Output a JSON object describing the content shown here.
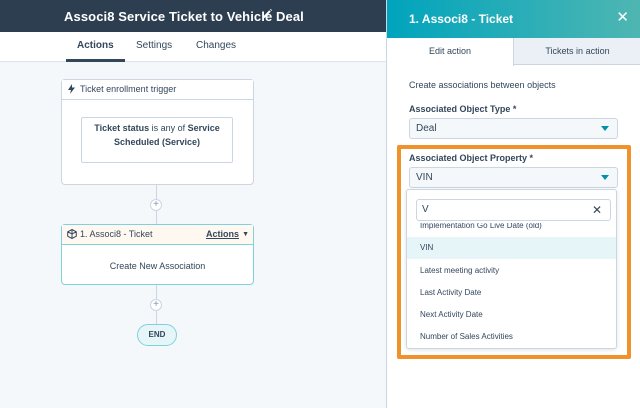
{
  "header": {
    "title": "Associ8 Service Ticket to Vehicle Deal",
    "edit_icon": "pencil-icon"
  },
  "tabs": [
    {
      "label": "Actions",
      "active": true
    },
    {
      "label": "Settings",
      "active": false
    },
    {
      "label": "Changes",
      "active": false
    }
  ],
  "trigger": {
    "title": "Ticket enrollment trigger",
    "icon": "lightning-icon",
    "criteria_bold_1": "Ticket status",
    "criteria_text": " is any of ",
    "criteria_bold_2": "Service Scheduled (Service)"
  },
  "action_card": {
    "title": "1. Associ8 - Ticket",
    "icon": "cube-icon",
    "actions_label": "Actions",
    "body": "Create New Association"
  },
  "end_label": "END",
  "panel": {
    "title": "1. Associ8 - Ticket",
    "tabs": [
      {
        "label": "Edit action",
        "active": true
      },
      {
        "label": "Tickets in action",
        "active": false
      }
    ],
    "description": "Create associations between objects",
    "object_type_label": "Associated Object Type *",
    "object_type_value": "Deal",
    "object_property_label": "Associated Object Property *",
    "object_property_value": "VIN",
    "search_value": "V",
    "options": [
      {
        "label": "Implementation Go Live Date (old)",
        "selected": false
      },
      {
        "label": "VIN",
        "selected": true
      },
      {
        "label": "Latest meeting activity",
        "selected": false
      },
      {
        "label": "Last Activity Date",
        "selected": false
      },
      {
        "label": "Next Activity Date",
        "selected": false
      },
      {
        "label": "Number of Sales Activities",
        "selected": false
      }
    ]
  },
  "colors": {
    "header_bg": "#2d3e50",
    "panel_header": "#00a4bd",
    "highlight": "#f0922b",
    "selected_option": "#e5f5f8"
  }
}
